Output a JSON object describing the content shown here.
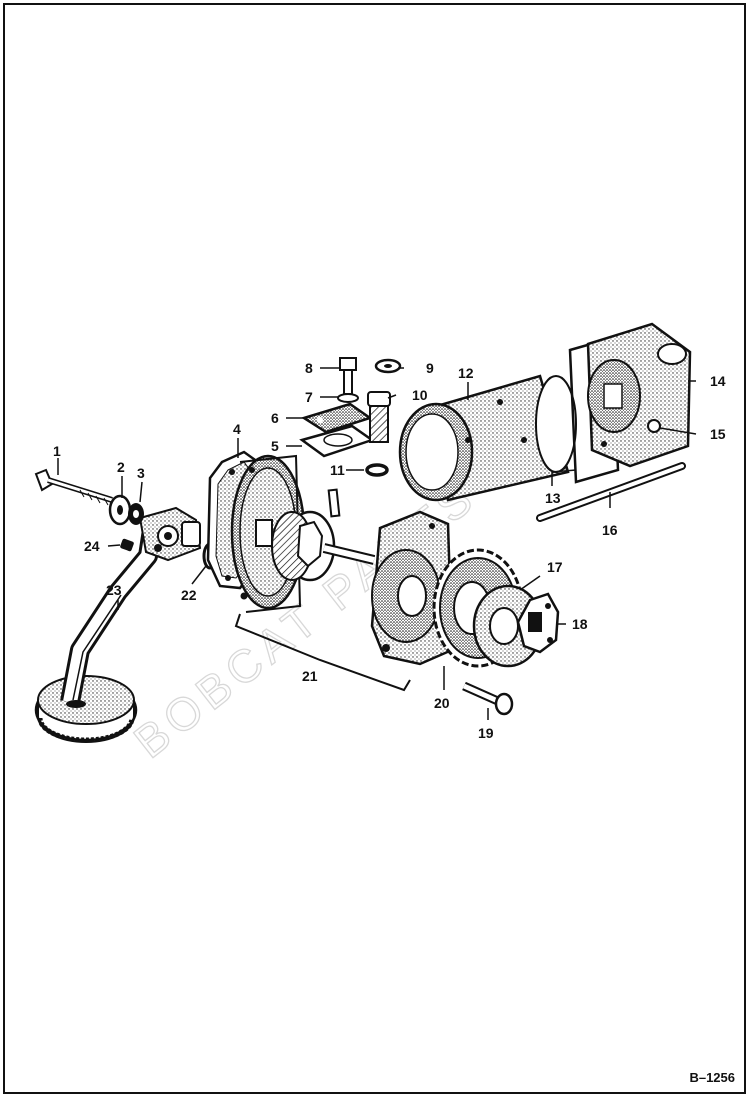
{
  "figure_id": "B–1256",
  "watermark": "BOBCAT PARTS",
  "callouts": [
    "1",
    "2",
    "3",
    "4",
    "5",
    "6",
    "7",
    "8",
    "9",
    "10",
    "11",
    "12",
    "13",
    "14",
    "15",
    "16",
    "17",
    "18",
    "19",
    "20",
    "21",
    "22",
    "23",
    "24"
  ],
  "parts": [
    {
      "number": "1",
      "part": "bolt"
    },
    {
      "number": "2",
      "part": "washer"
    },
    {
      "number": "3",
      "part": "washer"
    },
    {
      "number": "4",
      "part": "gasket"
    },
    {
      "number": "5",
      "part": "gasket"
    },
    {
      "number": "6",
      "part": "plate"
    },
    {
      "number": "7",
      "part": "lock washer"
    },
    {
      "number": "8",
      "part": "bolt"
    },
    {
      "number": "9",
      "part": "washer"
    },
    {
      "number": "10",
      "part": "relief valve plug"
    },
    {
      "number": "11",
      "part": "o-ring"
    },
    {
      "number": "12",
      "part": "screen"
    },
    {
      "number": "13",
      "part": "gasket"
    },
    {
      "number": "14",
      "part": "housing"
    },
    {
      "number": "15",
      "part": "fitting"
    },
    {
      "number": "16",
      "part": "stud"
    },
    {
      "number": "17",
      "part": "hub"
    },
    {
      "number": "18",
      "part": "nut"
    },
    {
      "number": "19",
      "part": "bolt"
    },
    {
      "number": "20",
      "part": "gear"
    },
    {
      "number": "21",
      "part": "oil pump assembly"
    },
    {
      "number": "22",
      "part": "o-ring"
    },
    {
      "number": "23",
      "part": "pickup tube"
    },
    {
      "number": "24",
      "part": "set screw"
    }
  ]
}
